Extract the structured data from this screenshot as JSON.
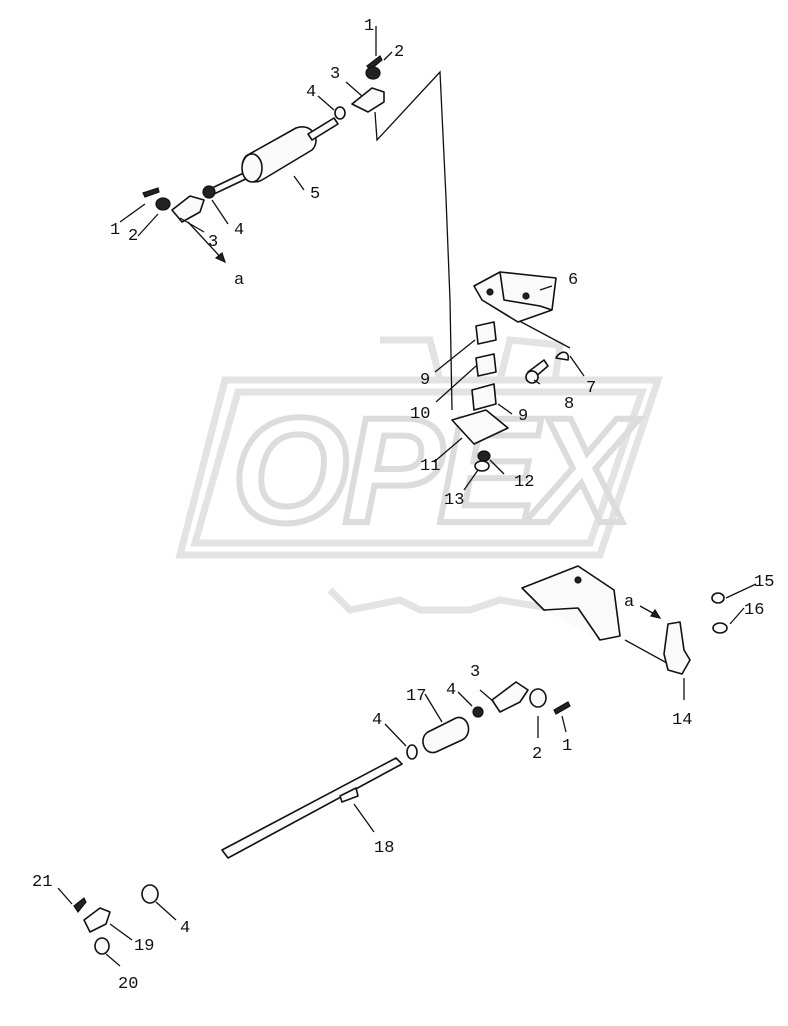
{
  "watermark": {
    "text": "OPEX"
  },
  "callouts": [
    {
      "id": "c1a",
      "text": "1"
    },
    {
      "id": "c2a",
      "text": "2"
    },
    {
      "id": "c3a",
      "text": "3"
    },
    {
      "id": "c4a",
      "text": "4"
    },
    {
      "id": "c5",
      "text": "5"
    },
    {
      "id": "c1b",
      "text": "1"
    },
    {
      "id": "c2b",
      "text": "2"
    },
    {
      "id": "c3b",
      "text": "3"
    },
    {
      "id": "c4b",
      "text": "4"
    },
    {
      "id": "ca1",
      "text": "a"
    },
    {
      "id": "c6",
      "text": "6"
    },
    {
      "id": "c9a",
      "text": "9"
    },
    {
      "id": "c7",
      "text": "7"
    },
    {
      "id": "c10",
      "text": "10"
    },
    {
      "id": "c8",
      "text": "8"
    },
    {
      "id": "c9b",
      "text": "9"
    },
    {
      "id": "c11",
      "text": "11"
    },
    {
      "id": "c12",
      "text": "12"
    },
    {
      "id": "c13",
      "text": "13"
    },
    {
      "id": "c15",
      "text": "15"
    },
    {
      "id": "ca2",
      "text": "a"
    },
    {
      "id": "c16",
      "text": "16"
    },
    {
      "id": "c3c",
      "text": "3"
    },
    {
      "id": "c17",
      "text": "17"
    },
    {
      "id": "c4c",
      "text": "4"
    },
    {
      "id": "c4d",
      "text": "4"
    },
    {
      "id": "c2c",
      "text": "2"
    },
    {
      "id": "c1c",
      "text": "1"
    },
    {
      "id": "c14",
      "text": "14"
    },
    {
      "id": "c18",
      "text": "18"
    },
    {
      "id": "c21",
      "text": "21"
    },
    {
      "id": "c19",
      "text": "19"
    },
    {
      "id": "c4e",
      "text": "4"
    },
    {
      "id": "c20",
      "text": "20"
    }
  ]
}
